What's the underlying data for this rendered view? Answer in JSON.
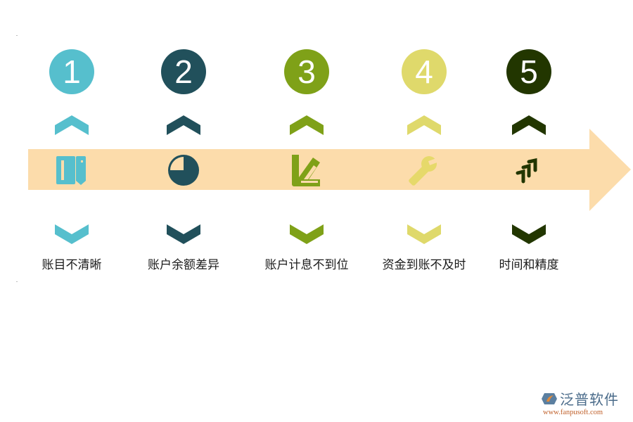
{
  "diagram": {
    "type": "process-timeline",
    "band_color": "#fcdcab",
    "steps": [
      {
        "number": "1",
        "label": "账目不清晰",
        "color": "#56bfcd",
        "icon": "book-bookmark-icon"
      },
      {
        "number": "2",
        "label": "账户余额差异",
        "color": "#21505b",
        "icon": "pie-chart-icon"
      },
      {
        "number": "3",
        "label": "账户计息不到位",
        "color": "#7fa118",
        "icon": "edit-pencil-icon"
      },
      {
        "number": "4",
        "label": "资金到账不及时",
        "color": "#dfd96b",
        "icon": "wrench-icon"
      },
      {
        "number": "5",
        "label": "时间和精度",
        "color": "#223600",
        "icon": "triple-chevron-icon"
      }
    ]
  },
  "logo": {
    "name": "泛普软件",
    "url": "www.fanpusoft.com",
    "icon": "fanpu-logo-icon"
  }
}
